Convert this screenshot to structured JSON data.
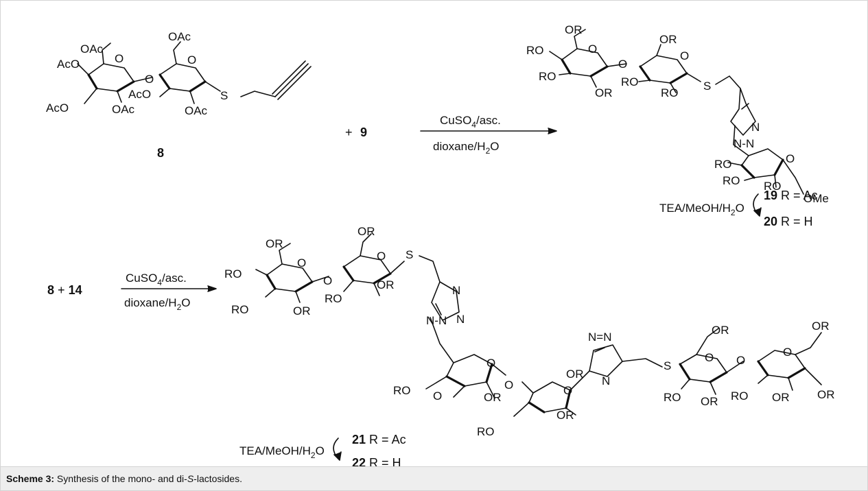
{
  "scheme": {
    "compounds": {
      "c8": "8",
      "c9": "9",
      "c14": "14",
      "c19": "19",
      "c20": "20",
      "c21": "21",
      "c22": "22"
    },
    "plus": "+",
    "r_ac": "R = Ac",
    "r_h": "R = H",
    "reagent_cuso4": "CuSO",
    "reagent_cuso4_sub": "4",
    "reagent_cuso4_tail": "/asc.",
    "solvent": "dioxane/H",
    "solvent_sub": "2",
    "solvent_tail": "O",
    "deprotection": "TEA/MeOH/H",
    "deprotection_sub": "2",
    "deprotection_tail": "O",
    "atoms": {
      "OAc": "OAc",
      "AcO": "AcO",
      "OR": "OR",
      "RO": "RO",
      "O": "O",
      "S": "S",
      "N": "N",
      "OMe": "OMe",
      "NN": "N-N",
      "NeqN": "N=N",
      "ROalt": "RO"
    }
  },
  "caption": {
    "label": "Scheme 3:",
    "text_before": " Synthesis of the mono- and di-",
    "italic": "S",
    "text_after": "-lactosides."
  }
}
